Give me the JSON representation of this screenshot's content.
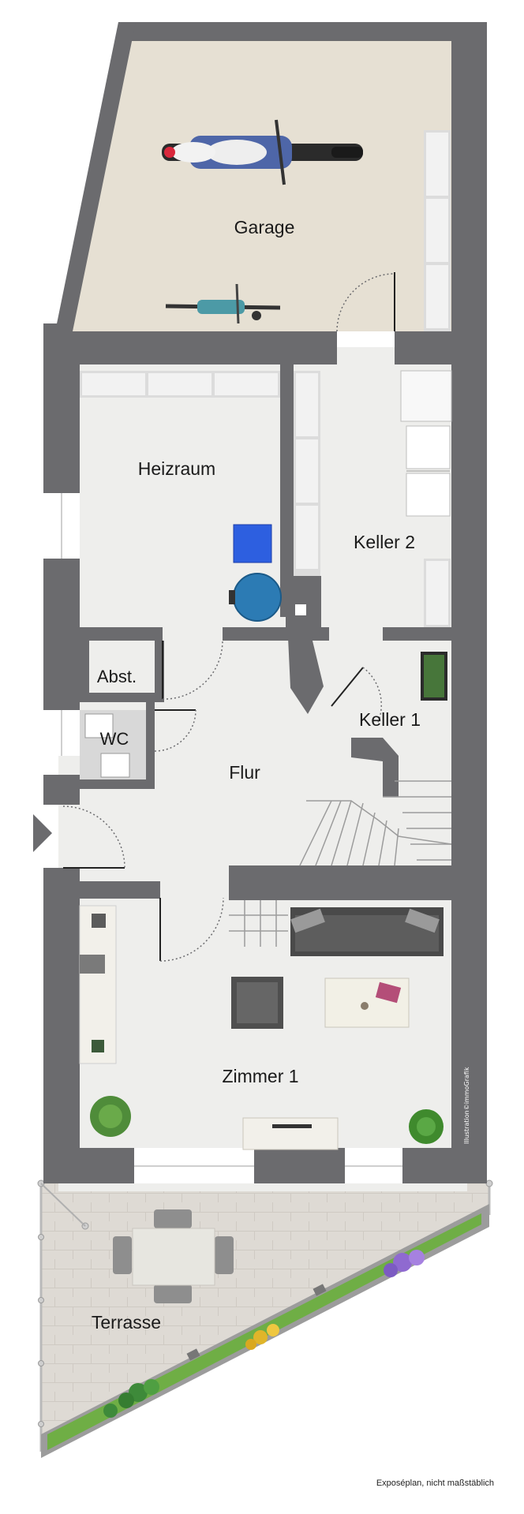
{
  "rooms": {
    "garage": "Garage",
    "heizraum": "Heizraum",
    "keller2": "Keller 2",
    "abst": "Abst.",
    "wc": "WC",
    "keller1": "Keller 1",
    "flur": "Flur",
    "zimmer1": "Zimmer 1",
    "terrasse": "Terrasse"
  },
  "credit": "Illustration©immoGrafik",
  "caption": "Exposéplan, nicht maßstäblich",
  "colors": {
    "wall": "#6b6b6e",
    "floor": "#eeeeec",
    "garage_floor": "#e6e0d3",
    "terrace_tile": "#dedad4",
    "grass": "#6fae45",
    "boiler_blue": "#2d5fe0",
    "tank_blue": "#2c7bb4"
  }
}
